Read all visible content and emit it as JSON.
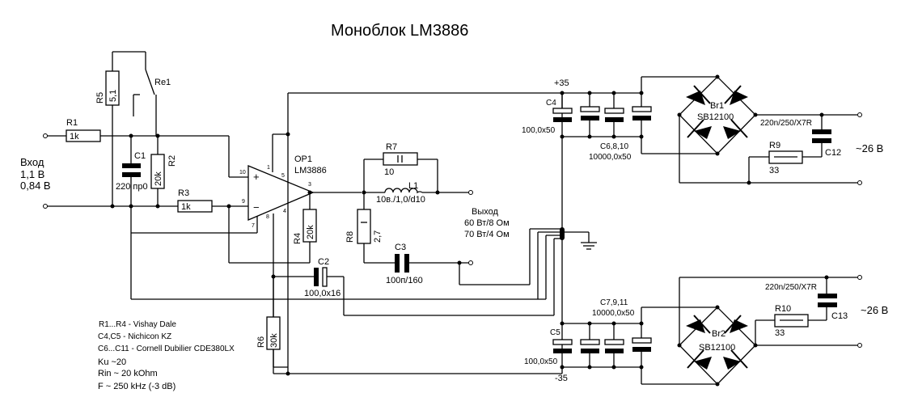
{
  "title": "Моноблок LM3886",
  "input": {
    "label": "Вход",
    "level1": "1,1 В",
    "level2": "0,84 В"
  },
  "output": {
    "label": "Выход",
    "power1": "60 Вт/8 Ом",
    "power2": "70 Вт/4 Ом"
  },
  "opamp": {
    "ref": "OP1",
    "part": "LM3886",
    "plus": "+",
    "minus": "−",
    "pins": {
      "p1": "1",
      "p3": "3",
      "p4": "4",
      "p5": "5",
      "p7": "7",
      "p8": "8",
      "p9": "9",
      "p10": "10"
    }
  },
  "components": {
    "R1": {
      "ref": "R1",
      "value": "1k"
    },
    "R2": {
      "ref": "R2",
      "value": "20k"
    },
    "R3": {
      "ref": "R3",
      "value": "1k"
    },
    "R4": {
      "ref": "R4",
      "value": "20k"
    },
    "R5": {
      "ref": "R5",
      "value": "5,1"
    },
    "R6": {
      "ref": "R6",
      "value": "30k"
    },
    "R7": {
      "ref": "R7",
      "value": "10"
    },
    "R8": {
      "ref": "R8",
      "value": "2,7"
    },
    "R9": {
      "ref": "R9",
      "value": "33"
    },
    "R10": {
      "ref": "R10",
      "value": "33"
    },
    "C1": {
      "ref": "C1",
      "value": "220 пр0"
    },
    "C2": {
      "ref": "C2",
      "value": "100,0x16"
    },
    "C3": {
      "ref": "C3",
      "value": "100п/160"
    },
    "C4": {
      "ref": "C4",
      "value": "100,0x50"
    },
    "C5": {
      "ref": "C5",
      "value": "100,0x50"
    },
    "C6_8_10": {
      "ref": "C6,8,10",
      "value": "10000,0x50"
    },
    "C7_9_11": {
      "ref": "C7,9,11",
      "value": "10000,0x50"
    },
    "C12": {
      "ref": "C12",
      "value": "220n/250/X7R"
    },
    "C13": {
      "ref": "C13",
      "value": "220n/250/X7R"
    },
    "L1": {
      "ref": "L1",
      "value": "10в./1,0/d10"
    },
    "Re1": {
      "ref": "Re1"
    },
    "Br1": {
      "ref": "Br1",
      "value": "SB12100"
    },
    "Br2": {
      "ref": "Br2",
      "value": "SB12100"
    }
  },
  "rails": {
    "pos": "+35",
    "neg": "-35"
  },
  "ac_inputs": {
    "top": "~26 В",
    "bottom": "~26 В"
  },
  "notes": {
    "parts": [
      "R1...R4 - Vishay Dale",
      "C4,C5 - Nichicon KZ",
      "C6...C11 - Cornell Dubilier CDE380LX"
    ],
    "specs": [
      "Ku ~20",
      "Rin ~ 20 kOhm",
      "F ~ 250 kHz (-3 dB)"
    ]
  }
}
